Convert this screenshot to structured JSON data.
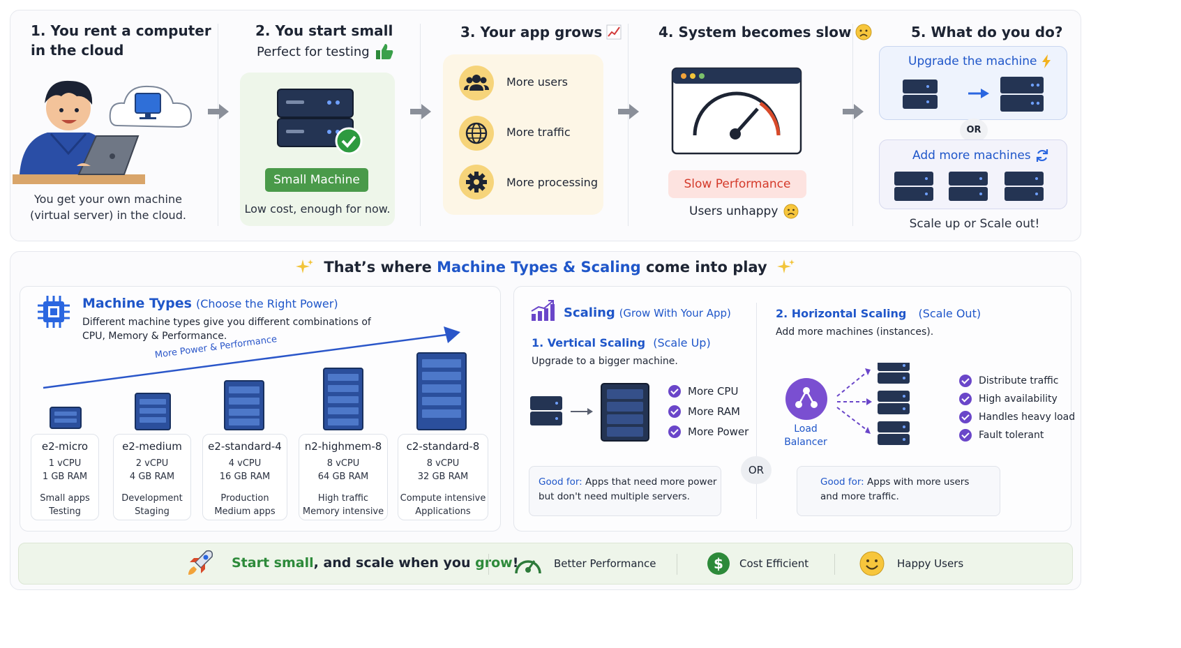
{
  "step1": {
    "title_l1": "1. You rent a computer",
    "title_l2": "in the cloud",
    "cap_l1": "You get your own machine",
    "cap_l2": "(virtual server) in the cloud."
  },
  "step2": {
    "title_l1": "2. You start small",
    "title_l2": "Perfect for testing",
    "badge": "Small Machine",
    "cap": "Low cost, enough for now."
  },
  "step3": {
    "title": "3. Your app grows",
    "items": [
      "More users",
      "More traffic",
      "More processing"
    ]
  },
  "step4": {
    "title": "4. System becomes slow",
    "badge": "Slow Performance",
    "cap": "Users unhappy"
  },
  "step5": {
    "title": "5. What do you do?",
    "opt1": "Upgrade the machine",
    "or": "OR",
    "opt2": "Add more machines",
    "cap": "Scale up or Scale out!"
  },
  "banner": {
    "pre": "That’s where ",
    "hl": "Machine Types & Scaling",
    "post": " come into play"
  },
  "machine_types": {
    "title": "Machine Types",
    "title_paren": "(Choose the Right Power)",
    "desc_l1": "Different machine types give you different combinations of",
    "desc_l2": "CPU, Memory & Performance.",
    "arrow_label": "More Power & Performance",
    "cards": [
      {
        "name": "e2-micro",
        "cpu": "1 vCPU",
        "ram": "1 GB RAM",
        "use1": "Small apps",
        "use2": "Testing"
      },
      {
        "name": "e2-medium",
        "cpu": "2 vCPU",
        "ram": "4 GB RAM",
        "use1": "Development",
        "use2": "Staging"
      },
      {
        "name": "e2-standard-4",
        "cpu": "4 vCPU",
        "ram": "16 GB RAM",
        "use1": "Production",
        "use2": "Medium apps"
      },
      {
        "name": "n2-highmem-8",
        "cpu": "8 vCPU",
        "ram": "64 GB RAM",
        "use1": "High traffic",
        "use2": "Memory intensive"
      },
      {
        "name": "c2-standard-8",
        "cpu": "8 vCPU",
        "ram": "32 GB RAM",
        "use1": "Compute intensive",
        "use2": "Applications"
      }
    ]
  },
  "scaling": {
    "title": "Scaling",
    "title_paren": "(Grow With Your App)",
    "vertical": {
      "title": "1. Vertical Scaling",
      "paren": "(Scale Up)",
      "desc": "Upgrade to a bigger machine.",
      "points": [
        "More CPU",
        "More RAM",
        "More Power"
      ],
      "good_label": "Good for:",
      "good_l1": " Apps that need more power",
      "good_l2": "but don't need multiple servers."
    },
    "or": "OR",
    "horizontal": {
      "title": "2. Horizontal Scaling",
      "paren": "(Scale Out)",
      "desc": "Add more machines (instances).",
      "lb_l1": "Load",
      "lb_l2": "Balancer",
      "points": [
        "Distribute traffic",
        "High availability",
        "Handles heavy load",
        "Fault tolerant"
      ],
      "good_label": "Good for:",
      "good_l1": " Apps with more users",
      "good_l2": "and more traffic."
    }
  },
  "footer": {
    "s1": "Start small",
    "s2": ", and scale when you ",
    "s3": "grow",
    "s4": "!",
    "b1": "Better Performance",
    "b2": "Cost Efficient",
    "b3": "Happy Users",
    "dollar": "$"
  },
  "colors": {
    "accent_blue": "#1f56c9",
    "green": "#2d8a3a",
    "purple": "#6a46c9",
    "server_dark": "#1f2d47"
  }
}
